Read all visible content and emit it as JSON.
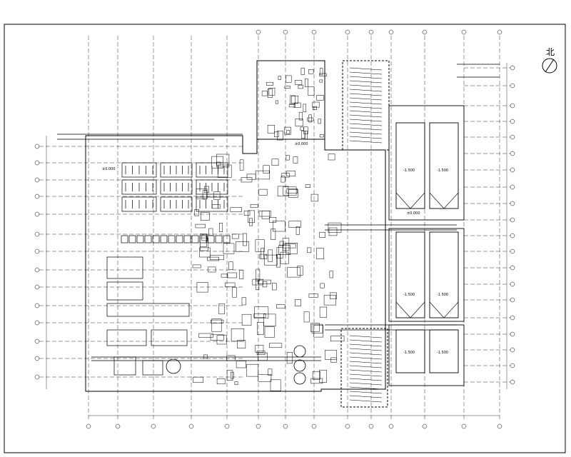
{
  "drawing": {
    "north_label": "北",
    "colors": {
      "line": "#000000",
      "background": "#ffffff"
    },
    "elevations": {
      "top_block": "±0.000",
      "main_block": "±0.000",
      "tank_top_left": "-1.500",
      "tank_top_right": "-1.500",
      "mid_divider": "±0.000",
      "tank_mid_left": "-1.500",
      "tank_mid_right": "-1.500",
      "tank_bot_left": "-1.500",
      "tank_bot_right": "-1.500"
    }
  }
}
